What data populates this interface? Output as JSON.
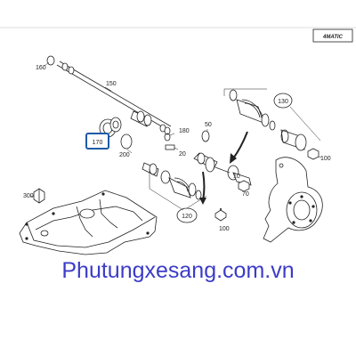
{
  "header": {
    "brand_badge": "4MATIC"
  },
  "callouts": {
    "c160": "160",
    "c150": "150",
    "c170": "170",
    "c180": "180",
    "c200": "200",
    "c20": "20",
    "c50": "50",
    "c130": "130",
    "c100a": "100",
    "c10": "10",
    "c300": "300",
    "c120": "120",
    "c100b": "100",
    "c70": "70"
  },
  "highlight": {
    "selected_part": "170",
    "color": "#1e5aa8"
  },
  "watermark": {
    "text": "Phutungxesang.com.vn",
    "color": "#3c3cc8"
  }
}
